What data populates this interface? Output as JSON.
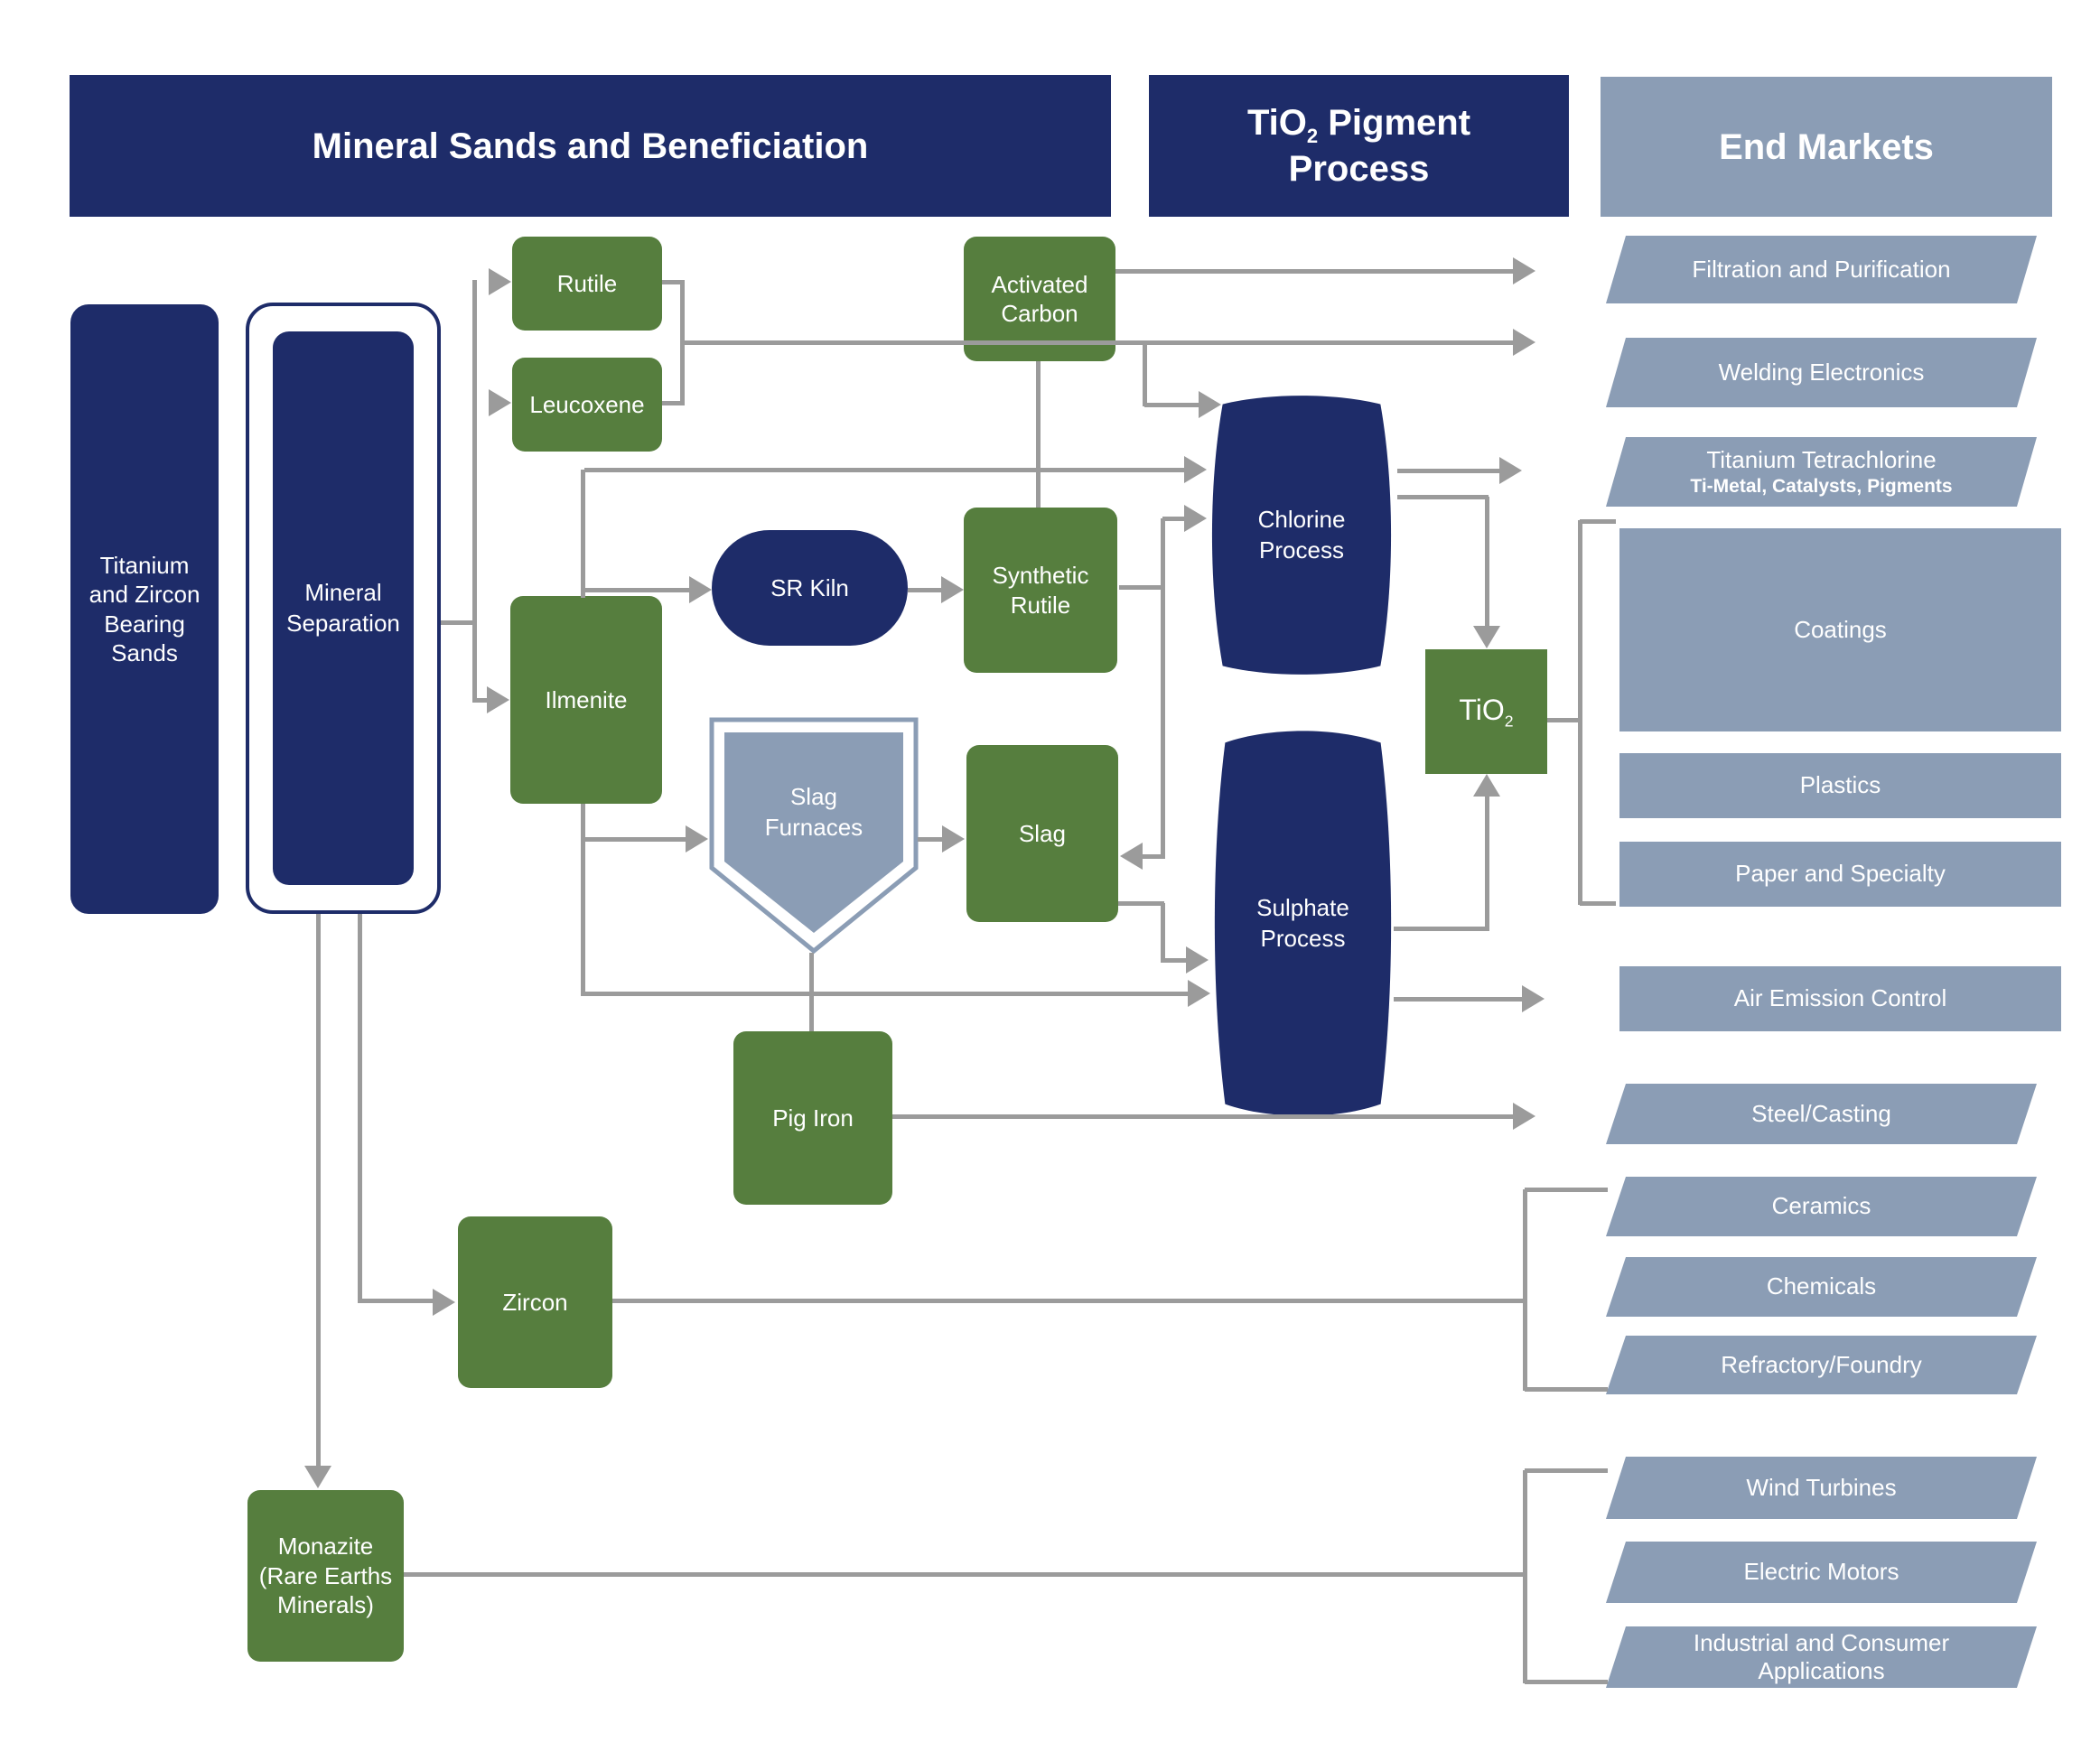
{
  "headers": {
    "beneficiation": "Mineral Sands and Beneficiation",
    "pigment_prefix": "TiO",
    "pigment_sub": "2",
    "pigment_rest": " Pigment",
    "pigment_line2": "Process",
    "end_markets": "End Markets"
  },
  "nodes": {
    "titanium_sands": "Titanium and Zircon Bearing Sands",
    "mineral_separation": "Mineral Separation",
    "rutile": "Rutile",
    "leucoxene": "Leucoxene",
    "ilmenite": "Ilmenite",
    "activated_carbon": "Activated Carbon",
    "sr_kiln": "SR Kiln",
    "synthetic_rutile": "Synthetic Rutile",
    "slag_furnaces": "Slag Furnaces",
    "slag": "Slag",
    "chlorine_process": "Chlorine Process",
    "sulphate_process": "Sulphate Process",
    "tio2_prefix": "TiO",
    "tio2_sub": "2",
    "pig_iron": "Pig Iron",
    "zircon": "Zircon",
    "monazite": "Monazite (Rare Earths Minerals)"
  },
  "end_markets": {
    "items": [
      {
        "label": "Filtration and Purification"
      },
      {
        "label": "Welding Electronics"
      },
      {
        "label": "Titanium Tetrachlorine",
        "sublabel": "Ti-Metal, Catalysts, Pigments"
      },
      {
        "label": "Coatings"
      },
      {
        "label": "Plastics"
      },
      {
        "label": "Paper and Specialty"
      },
      {
        "label": "Air Emission Control"
      },
      {
        "label": "Steel/Casting"
      },
      {
        "label": "Ceramics"
      },
      {
        "label": "Chemicals"
      },
      {
        "label": "Refractory/Foundry"
      },
      {
        "label": "Wind Turbines"
      },
      {
        "label": "Electric Motors"
      },
      {
        "label": "Industrial and Consumer Applications"
      }
    ]
  },
  "colors": {
    "navy": "#1e2c69",
    "green": "#567e3e",
    "slate": "#8b9db5",
    "line": "#9b9b9b"
  }
}
